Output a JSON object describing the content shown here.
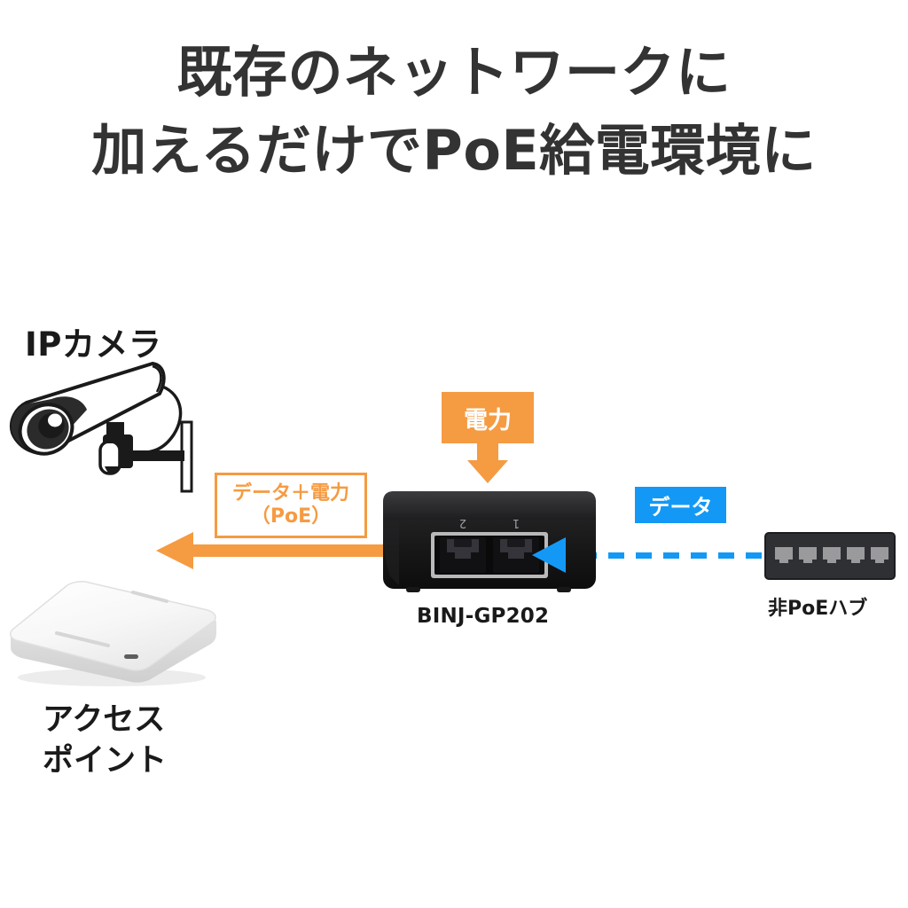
{
  "title": {
    "line1": "既存のネットワークに",
    "line2": "加えるだけでPoE給電環境に",
    "color": "#333333"
  },
  "devices": {
    "ip_camera": {
      "label": "IPカメラ",
      "icon": "ip-camera-icon"
    },
    "access_point": {
      "label_line1": "アクセス",
      "label_line2": "ポイント",
      "icon": "access-point-icon"
    },
    "poe_injector": {
      "label": "BINJ-GP202",
      "icon": "poe-injector-icon",
      "port_labels": [
        "2",
        "1"
      ]
    },
    "non_poe_hub": {
      "label": "非PoEハブ",
      "icon": "network-hub-icon",
      "port_count": 5
    }
  },
  "callouts": {
    "power": {
      "text": "電力",
      "color": "#F59B42",
      "text_color": "#FFFFFF"
    },
    "data": {
      "text": "データ",
      "color": "#1399F5",
      "text_color": "#FFFFFF"
    },
    "poe_combined": {
      "line1": "データ＋電力",
      "line2": "（PoE）",
      "color": "#F59B42"
    }
  },
  "flows": {
    "power_down_arrow": "orange-down-arrow",
    "poe_out_arrow": "orange-left-arrow",
    "data_in_arrow": "blue-dashed-left-arrow"
  },
  "colors": {
    "orange": "#F59B42",
    "blue": "#1399F5",
    "text_dark": "#1A1A1A",
    "background": "#FFFFFF"
  }
}
